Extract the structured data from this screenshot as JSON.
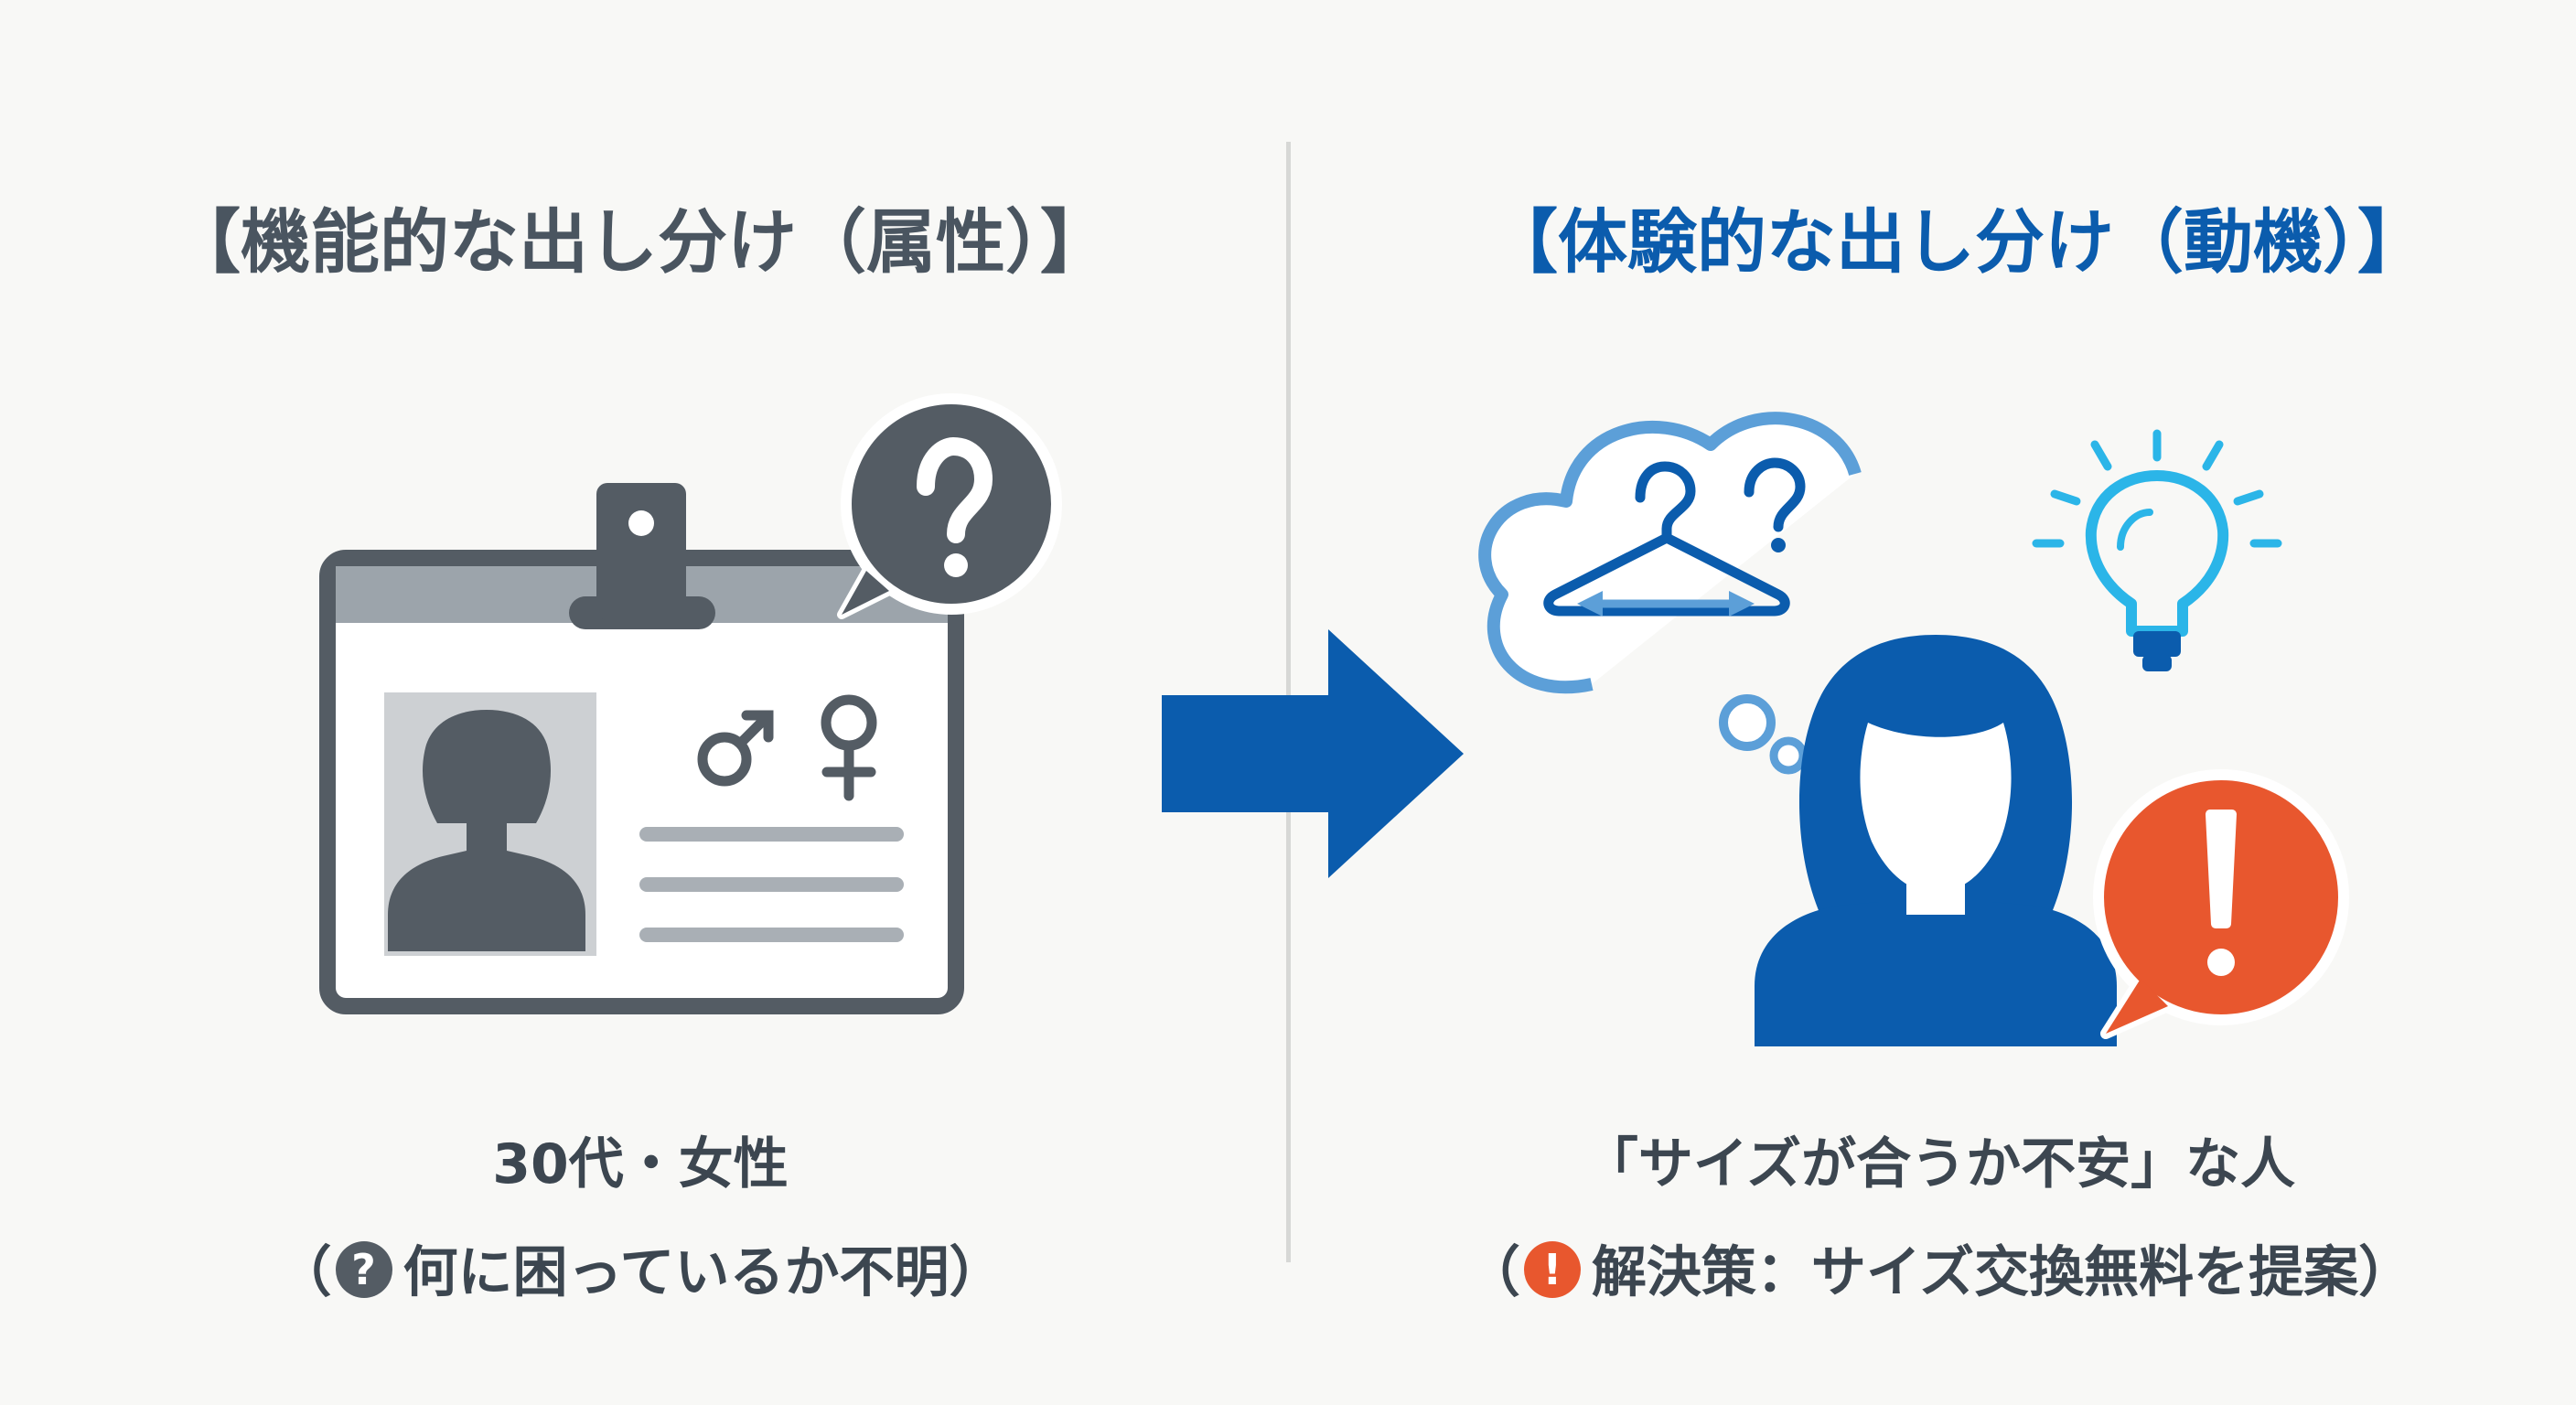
{
  "left_panel": {
    "heading": "【機能的な出し分け（属性）】",
    "caption_line1": "30代・女性",
    "caption_open": "（",
    "badge_symbol": "?",
    "caption_line2": "何に困っているか不明）",
    "icon_color": "#545c64"
  },
  "right_panel": {
    "heading": "【体験的な出し分け（動機）】",
    "caption_line1": "「サイズが合うか不安」な人",
    "caption_open": "（",
    "badge_symbol": "!",
    "caption_line2": "解決策：サイズ交換無料を提案）",
    "accent_color": "#0b5cad",
    "alert_color": "#e8572e",
    "thought_color": "#5c9fd8",
    "lightbulb_color": "#2bb5e8"
  },
  "icons": {
    "card": "id-badge-icon",
    "card_question": "question-speech-bubble-icon",
    "person_silhouette": "person-silhouette-icon",
    "male_symbol": "male-symbol-icon",
    "female_symbol": "female-symbol-icon",
    "arrow": "right-arrow-icon",
    "thought": "thought-cloud-icon",
    "hanger": "hanger-icon",
    "lightbulb": "lightbulb-icon",
    "woman": "woman-avatar-icon",
    "alert": "exclamation-speech-bubble-icon"
  }
}
